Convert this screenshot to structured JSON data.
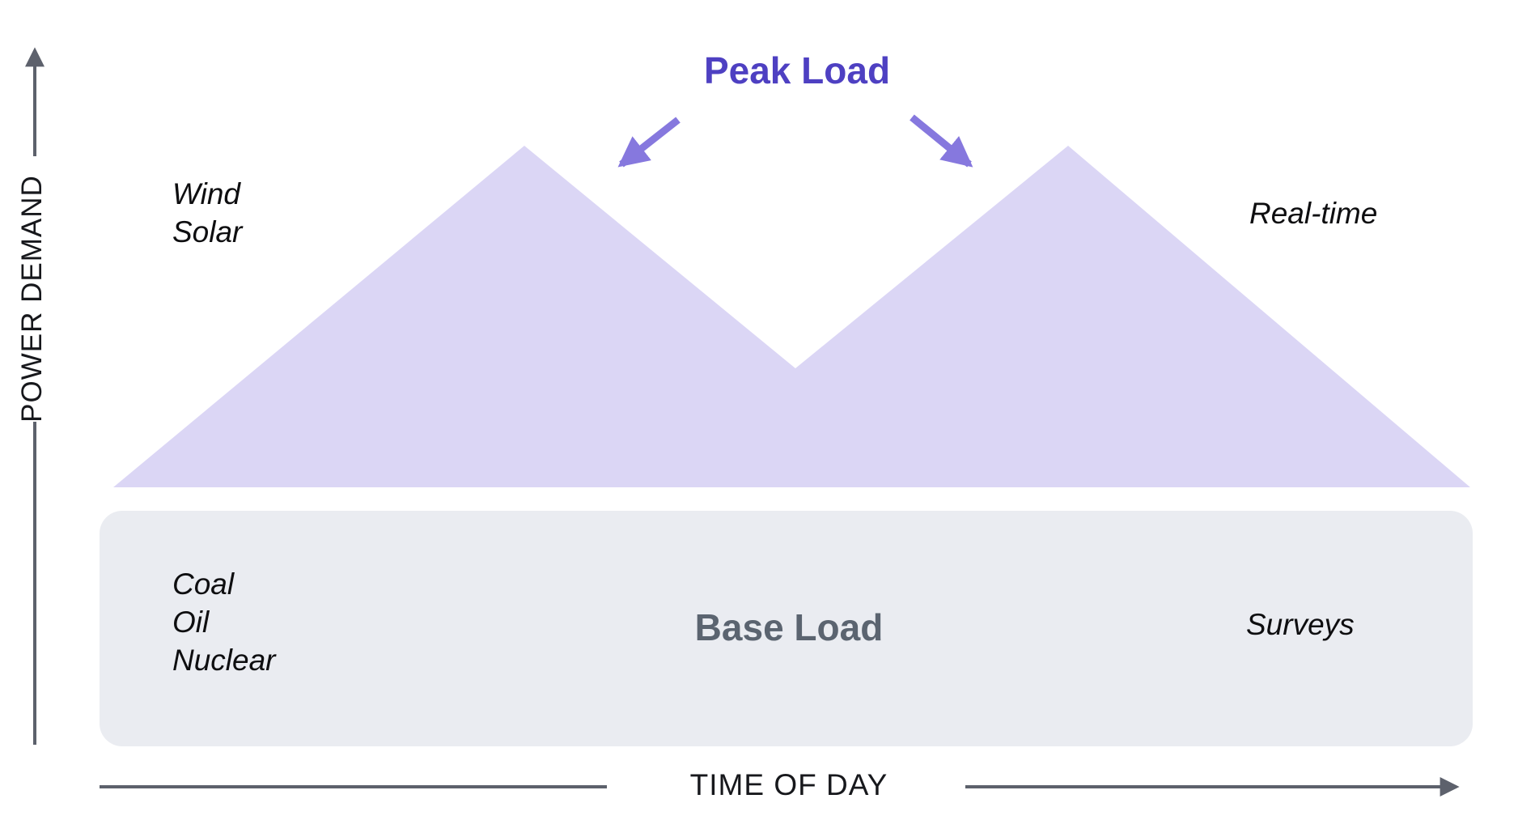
{
  "peak": {
    "title": "Peak Load",
    "left_annotation": "Wind\nSolar",
    "right_annotation": "Real-time"
  },
  "base": {
    "title": "Base Load",
    "left_annotation": "Coal\nOil\nNuclear",
    "right_annotation": "Surveys"
  },
  "axes": {
    "y_label": "POWER DEMAND",
    "x_label": "TIME OF DAY"
  },
  "colors": {
    "peak_area_fill": "#dbd6f5",
    "peak_title_text": "#4e40c2",
    "annotation_arrow": "#8678de",
    "base_box_fill": "#eaecf1",
    "base_title_text": "#5b6470",
    "axis_stroke": "#5d616c",
    "label_text": "#0e0e10"
  }
}
